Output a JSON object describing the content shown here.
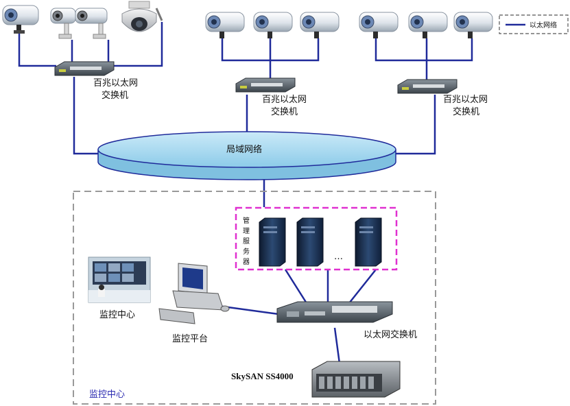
{
  "legend": {
    "ethernet_label": "以太网络"
  },
  "switches": {
    "fast_ethernet_1": [
      "百兆以太网",
      "交换机"
    ],
    "fast_ethernet_2": [
      "百兆以太网",
      "交换机"
    ],
    "fast_ethernet_3": [
      "百兆以太网",
      "交换机"
    ],
    "core": "以太网交换机"
  },
  "network": {
    "lan_label": "局域网络"
  },
  "servers": {
    "label_chars": [
      "管",
      "理",
      "服",
      "务",
      "器"
    ],
    "ellipsis": "…"
  },
  "monitor": {
    "center_photo_label": "监控中心",
    "platform_label": "监控平台",
    "region_label": "监控中心"
  },
  "storage": {
    "label": "SkySAN SS4000"
  },
  "colors": {
    "link": "#1f2a9a",
    "lan_fill": "#a9d8f0",
    "server_box": "#e030d0",
    "region_border": "#999999"
  }
}
